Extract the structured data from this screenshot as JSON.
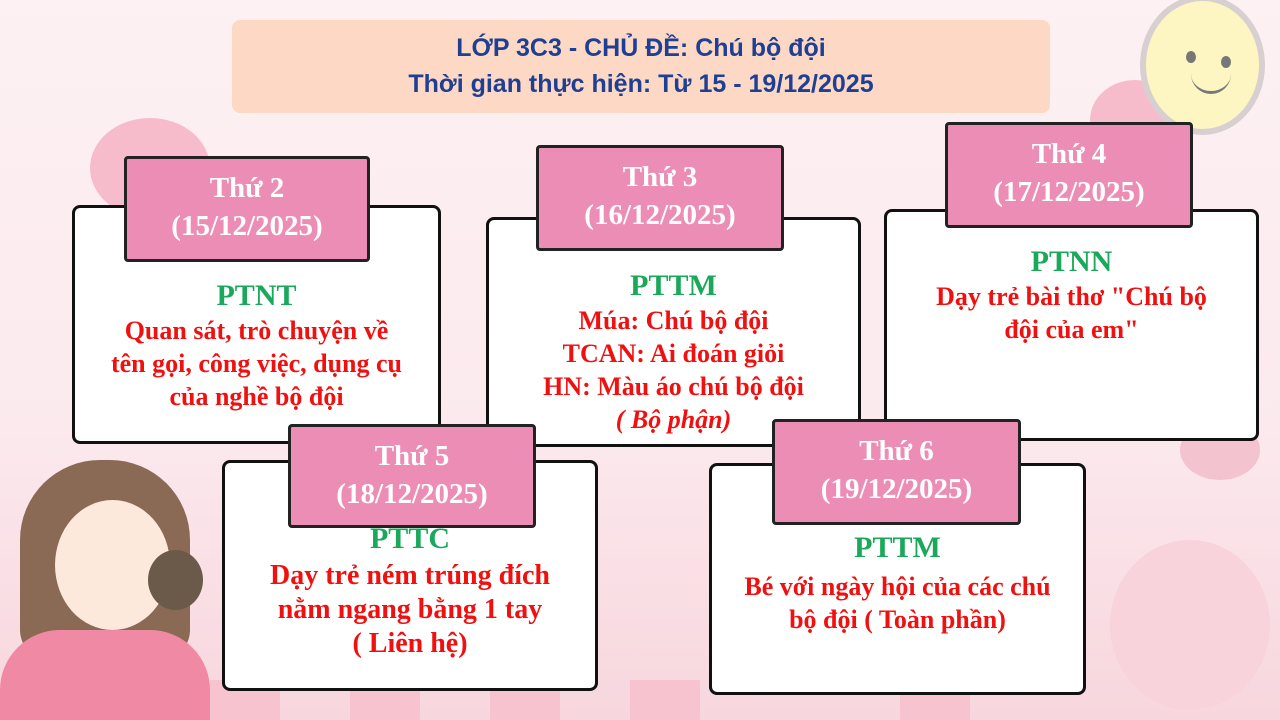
{
  "header": {
    "line1": "LỚP 3C3 - CHỦ ĐỀ: Chú bộ đội",
    "line2": "Thời gian thực hiện: Từ 15 - 19/12/2025"
  },
  "days": [
    {
      "day": "Thứ 2",
      "date": "(15/12/2025)",
      "subject": "PTNT",
      "lines": [
        "Quan sát, trò chuyện về",
        "tên gọi, công việc, dụng cụ",
        "của nghề bộ đội"
      ]
    },
    {
      "day": "Thứ 3",
      "date": "(16/12/2025)",
      "subject": "PTTM",
      "lines": [
        "Múa: Chú bộ đội",
        "TCAN: Ai đoán giỏi",
        "HN: Màu áo chú bộ đội"
      ],
      "note": "( Bộ phận)"
    },
    {
      "day": "Thứ 4",
      "date": "(17/12/2025)",
      "subject": "PTNN",
      "lines": [
        "Dạy trẻ bài thơ \"Chú bộ",
        "đội của em\""
      ]
    },
    {
      "day": "Thứ 5",
      "date": "(18/12/2025)",
      "subject": "PTTC",
      "lines": [
        "Dạy trẻ ném trúng đích",
        "nằm ngang bằng 1 tay",
        "( Liên hệ)"
      ]
    },
    {
      "day": "Thứ 6",
      "date": "(19/12/2025)",
      "subject": "PTTM",
      "lines": [
        "Bé với ngày hội của các chú",
        "bộ đội ( Toàn phần)"
      ]
    }
  ],
  "colors": {
    "header_bg": "#fcd8c5",
    "header_text": "#1f3f93",
    "day_bg": "#ec8db5",
    "subject": "#1aa85a",
    "desc": "#f01010"
  }
}
